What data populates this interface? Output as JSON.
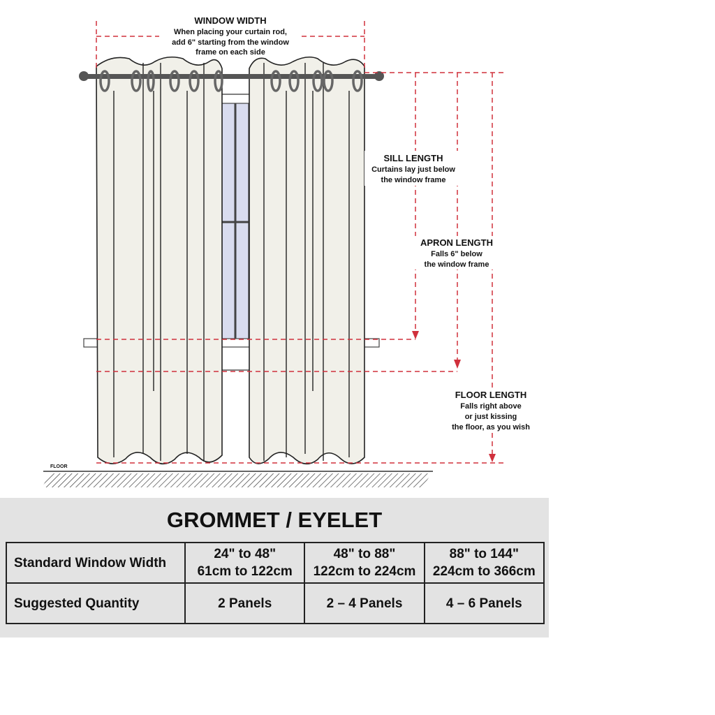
{
  "diagram": {
    "window_width": {
      "title": "WINDOW WIDTH",
      "lines": [
        "When placing your curtain rod,",
        "add 6\" starting from the window",
        "frame on each side"
      ]
    },
    "sill_length": {
      "title": "SILL LENGTH",
      "lines": [
        "Curtains lay just below",
        "the window frame"
      ]
    },
    "apron_length": {
      "title": "APRON LENGTH",
      "lines": [
        "Falls 6\" below",
        "the window frame"
      ]
    },
    "floor_length": {
      "title": "FLOOR LENGTH",
      "lines": [
        "Falls right above",
        "or just kissing",
        "the floor, as you wish"
      ]
    },
    "floor_label": "FLOOR",
    "colors": {
      "measure": "#d0303c",
      "curtain": "#f1f0e9",
      "rod": "#555555"
    }
  },
  "table": {
    "title": "GROMMET / EYELET",
    "rows": [
      {
        "header": "Standard Window Width",
        "cells": [
          [
            "24\" to 48\"",
            "61cm to 122cm"
          ],
          [
            "48\" to 88\"",
            "122cm to 224cm"
          ],
          [
            "88\" to 144\"",
            "224cm to 366cm"
          ]
        ]
      },
      {
        "header": "Suggested Quantity",
        "cells": [
          [
            "2 Panels"
          ],
          [
            "2 – 4 Panels"
          ],
          [
            "4 – 6 Panels"
          ]
        ]
      }
    ]
  }
}
